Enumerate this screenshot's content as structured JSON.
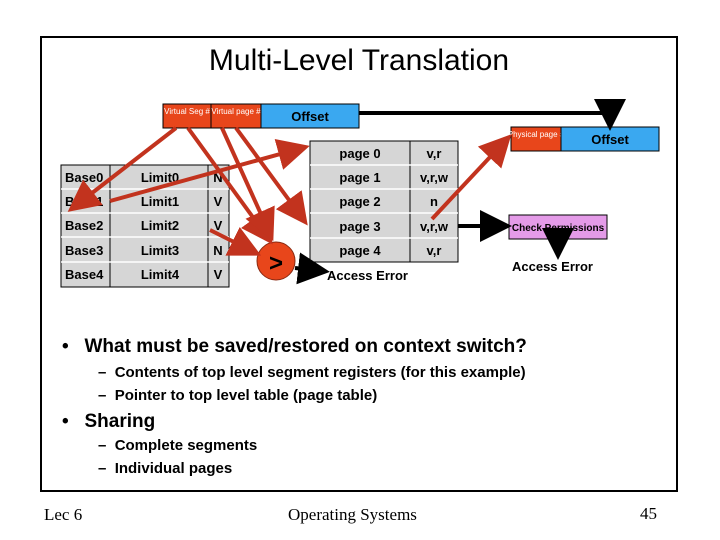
{
  "slide": {
    "title": "Multi-Level Translation",
    "footer_left": "Lec 6",
    "footer_center": "Operating Systems",
    "page_number": "45"
  },
  "virtual_address": {
    "seg_label": "Virtual Seg #",
    "page_label": "Virtual page #",
    "offset_label": "Offset"
  },
  "physical_address": {
    "page_label": "Physical page #",
    "offset_label": "Offset"
  },
  "segment_table": [
    {
      "base": "Base0",
      "limit": "Limit0",
      "valid": "N"
    },
    {
      "base": "Base1",
      "limit": "Limit1",
      "valid": "V"
    },
    {
      "base": "Base2",
      "limit": "Limit2",
      "valid": "V"
    },
    {
      "base": "Base3",
      "limit": "Limit3",
      "valid": "N"
    },
    {
      "base": "Base4",
      "limit": "Limit4",
      "valid": "V"
    }
  ],
  "page_table": [
    {
      "page": "page 0",
      "perm": "v,r"
    },
    {
      "page": "page 1",
      "perm": "v,r,w"
    },
    {
      "page": "page 2",
      "perm": "n"
    },
    {
      "page": "page 3",
      "perm": "v,r,w"
    },
    {
      "page": "page 4",
      "perm": "v,r"
    }
  ],
  "compare_symbol": ">",
  "access_error_1": "Access Error",
  "check_permissions": "Check Permissions",
  "access_error_2": "Access Error",
  "bullets": [
    {
      "text": "What must be saved/restored on context switch?",
      "subs": [
        "Contents of top level segment registers (for this example)",
        "Pointer to top level table (page table)"
      ]
    },
    {
      "text": "Sharing",
      "subs": [
        "Complete segments",
        "Individual pages"
      ]
    }
  ],
  "colors": {
    "seg_fill": "#e8461b",
    "offset_fill": "#3aa8f0",
    "table_fill": "#d6d6d6",
    "check_fill": "#e49be8",
    "arrow": "#c2331e"
  }
}
